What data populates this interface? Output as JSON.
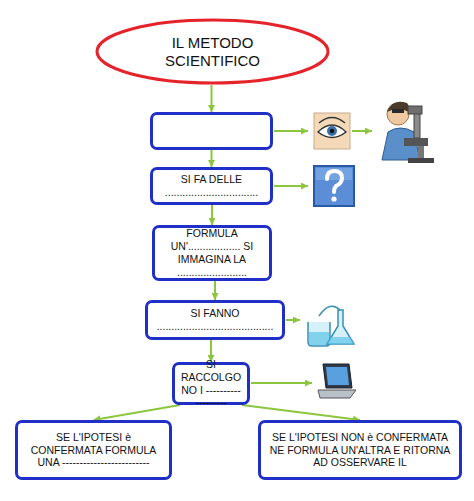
{
  "diagram": {
    "nodes": [
      {
        "text": [
          "IL METODO SCIENTIFICO"
        ]
      },
      {
        "text": []
      },
      {
        "text": [
          "SI FA DELLE ................................"
        ]
      },
      {
        "text": [
          "FORMULA UN'.................. SI IMMAGINA LA ........................"
        ]
      },
      {
        "text": [
          "SI FANNO ........................................"
        ]
      },
      {
        "text": [
          "SI RACCOLGONO I -------------------"
        ]
      },
      {
        "text": [
          "SE L'IPOTESI è CONFERMATA FORMULA UNA -------------------------"
        ]
      },
      {
        "text": [
          "SE L'IPOTESI NON è CONFERMATA NE FORMULA UN'ALTRA E RITORNA AD OSSERVARE IL"
        ]
      }
    ],
    "edges": [
      {
        "from": 0,
        "to": 1,
        "arrow": "to"
      },
      {
        "from": 1,
        "to": 2,
        "arrow": "to"
      },
      {
        "from": 2,
        "to": 3,
        "arrow": "to"
      },
      {
        "from": 3,
        "to": 4,
        "arrow": "to"
      },
      {
        "from": 4,
        "to": 5,
        "arrow": "to"
      },
      {
        "from": 5,
        "to": 6,
        "arrow": "to"
      },
      {
        "from": 5,
        "to": 7,
        "arrow": "to"
      }
    ]
  }
}
